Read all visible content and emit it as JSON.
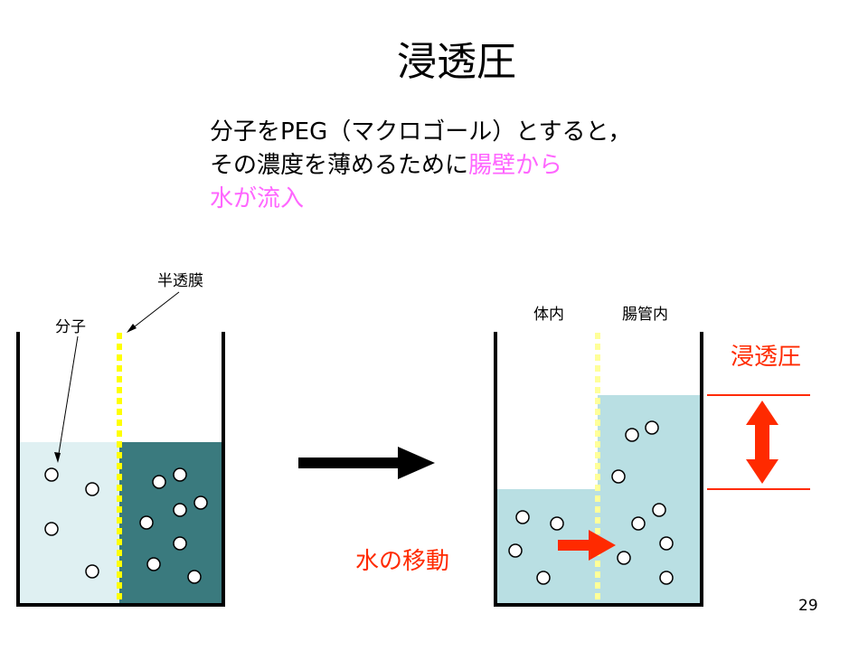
{
  "slide": {
    "title": "浸透圧",
    "body": {
      "line1": "分子をPEG（マクロゴール）とすると，",
      "line2_plain": "その濃度を薄めるために",
      "line2_highlight": "腸壁から",
      "line3_highlight": "水が流入"
    },
    "left_diagram": {
      "membrane_label": "半透膜",
      "molecule_label": "分子"
    },
    "right_diagram": {
      "body_side_label": "体内",
      "intestine_side_label": "腸管内",
      "osmotic_label": "浸透圧",
      "water_label": "水の移動"
    },
    "page_number": "29"
  },
  "colors": {
    "highlight": "#ff66ff",
    "accent_red": "#ff2a00",
    "light_liquid": "#dff0f2",
    "dark_liquid": "#3a7a7e",
    "right_liquid": "#b9dfe3",
    "membrane_yellow": "#ffff00"
  }
}
